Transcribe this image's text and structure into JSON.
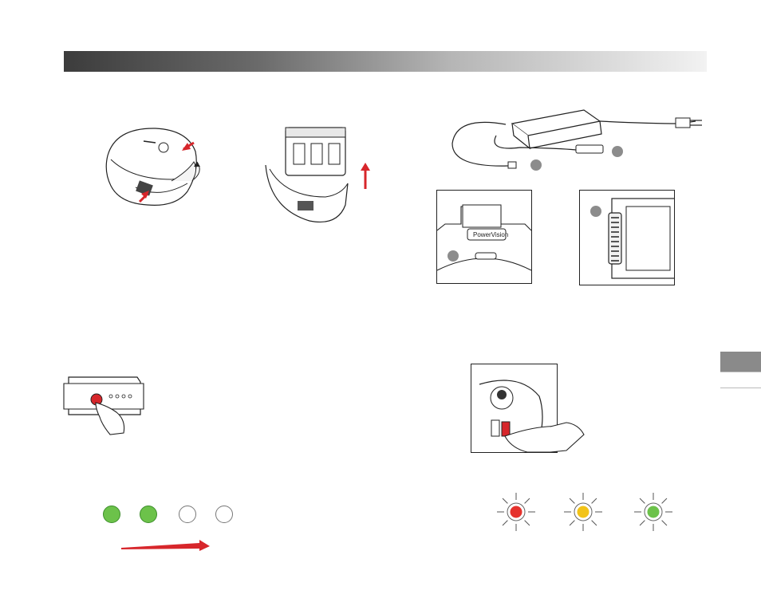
{
  "manual": {
    "panel_label_text": "PowerVision",
    "battery_level_leds": [
      "on",
      "on",
      "off",
      "off"
    ],
    "battery_led_colors": {
      "on": "#6cc24a",
      "off": "#ffffff"
    },
    "status_led_colors": [
      "#e5322d",
      "#f2c318",
      "#6cc24a"
    ],
    "accent_color": "#d7262b"
  }
}
